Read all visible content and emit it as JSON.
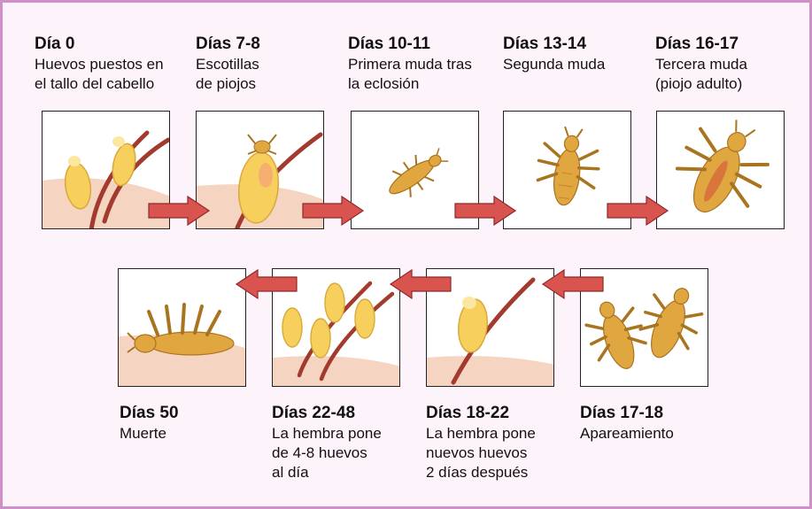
{
  "stages": [
    {
      "day": "Día 0",
      "desc": [
        "Huevos puestos en",
        "el tallo del cabello"
      ],
      "illustration": "eggs-on-hair-icon"
    },
    {
      "day": "Días 7-8",
      "desc": [
        "Escotillas",
        "de piojos"
      ],
      "illustration": "egg-hatching-icon"
    },
    {
      "day": "Días 10-11",
      "desc": [
        "Primera muda tras",
        "la eclosión"
      ],
      "illustration": "nymph-small-icon"
    },
    {
      "day": "Días 13-14",
      "desc": [
        "Segunda muda"
      ],
      "illustration": "nymph-medium-icon"
    },
    {
      "day": "Días 16-17",
      "desc": [
        "Tercera muda",
        "(piojo adulto)"
      ],
      "illustration": "adult-louse-icon"
    },
    {
      "day": "Días 17-18",
      "desc": [
        "Apareamiento"
      ],
      "illustration": "mating-lice-icon"
    },
    {
      "day": "Días 18-22",
      "desc": [
        "La hembra pone",
        "nuevos huevos",
        "2 días después"
      ],
      "illustration": "single-egg-on-hair-icon"
    },
    {
      "day": "Días 22-48",
      "desc": [
        "La hembra pone",
        "de 4-8 huevos",
        "al día"
      ],
      "illustration": "many-eggs-on-hair-icon"
    },
    {
      "day": "Días 50",
      "desc": [
        "Muerte"
      ],
      "illustration": "dead-louse-icon"
    }
  ],
  "colors": {
    "frame_border": "#cf8fc7",
    "frame_bg": "#fdf3fa",
    "arrow_fill": "#d9534f",
    "skin": "#f6d4c2",
    "hair": "#a23a2e",
    "egg": "#f7cf5c",
    "louse": "#e0a640"
  }
}
